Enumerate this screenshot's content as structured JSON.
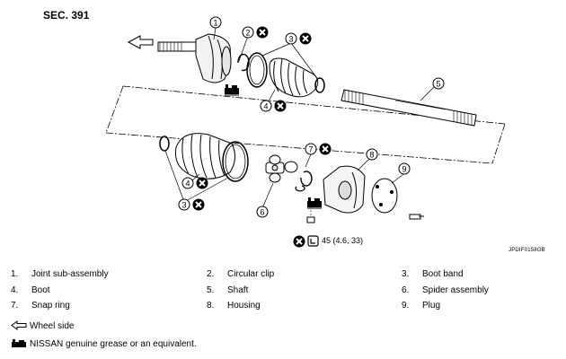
{
  "section_label": "SEC. 391",
  "figure_code": "JPDIF0158GB",
  "torque_spec": "45 (4.6, 33)",
  "callouts": [
    "1",
    "2",
    "3",
    "4",
    "5",
    "6",
    "7",
    "8",
    "9"
  ],
  "parts": [
    {
      "num": "1.",
      "name": "Joint sub-assembly"
    },
    {
      "num": "2.",
      "name": "Circular clip"
    },
    {
      "num": "3.",
      "name": "Boot band"
    },
    {
      "num": "4.",
      "name": "Boot"
    },
    {
      "num": "5.",
      "name": "Shaft"
    },
    {
      "num": "6.",
      "name": "Spider assembly"
    },
    {
      "num": "7.",
      "name": "Snap ring"
    },
    {
      "num": "8.",
      "name": "Housing"
    },
    {
      "num": "9.",
      "name": "Plug"
    }
  ],
  "notes": {
    "wheel_side": "Wheel side",
    "grease": "NISSAN genuine grease or an equivalent."
  },
  "icons": {
    "no_reuse": "x-circle-icon",
    "grease": "grease-gun-icon",
    "torque": "torque-wrench-icon",
    "wheel_side": "arrow-left-icon"
  }
}
